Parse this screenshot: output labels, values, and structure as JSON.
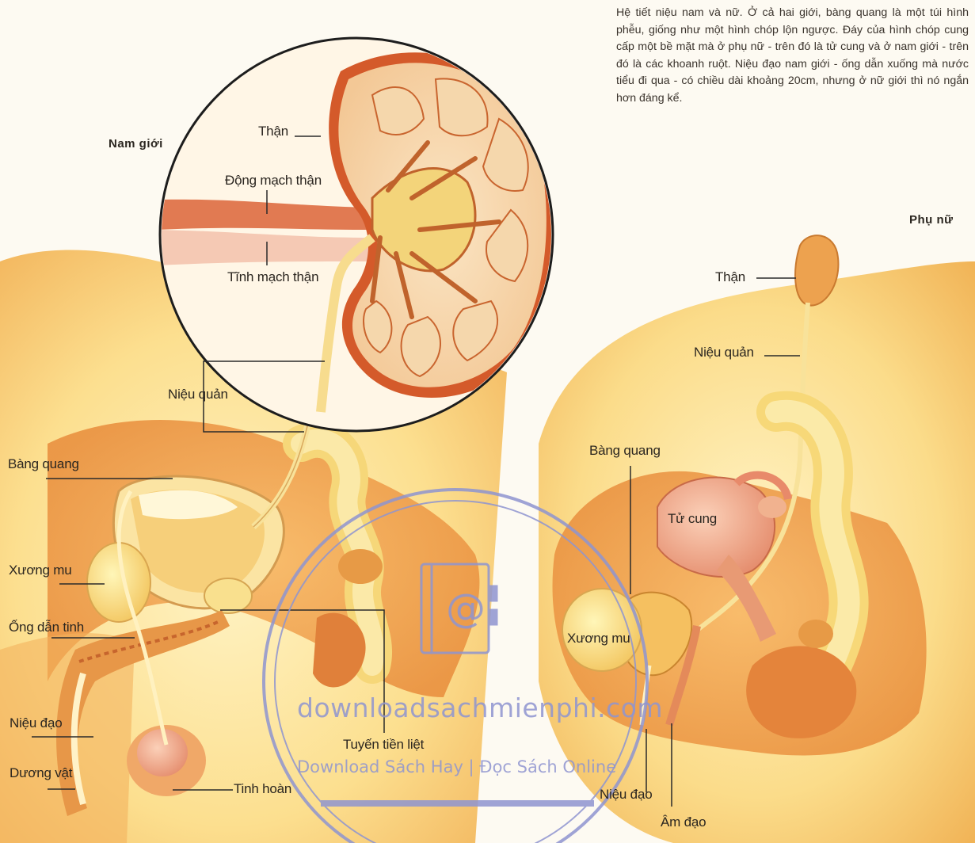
{
  "caption": "Hệ tiết niệu nam và nữ. Ở cả hai giới, bàng quang là một túi hình phễu, giống như một hình chóp lộn ngược. Đáy của hình chóp cung cấp một bề mặt mà ở phụ nữ - trên đó là tử cung và ở nam giới - trên đó là các khoanh ruột. Niệu đạo nam giới - ống dẫn xuống mà nước tiểu đi qua - có chiều dài khoảng 20cm, nhưng ở nữ giới thì nó ngắn hơn đáng kể.",
  "male": {
    "heading": "Nam giới",
    "labels": {
      "kidney": "Thận",
      "renal_artery": "Động mạch thận",
      "renal_vein": "Tĩnh mạch thận",
      "ureter": "Niệu quản",
      "bladder": "Bàng quang",
      "pubic_bone": "Xương mu",
      "vas_deferens": "Ống dẫn tinh",
      "urethra": "Niệu đạo",
      "penis": "Dương vật",
      "prostate": "Tuyến tiền liệt",
      "testis": "Tinh hoàn"
    }
  },
  "female": {
    "heading": "Phụ nữ",
    "labels": {
      "kidney": "Thận",
      "ureter": "Niệu quản",
      "bladder": "Bàng quang",
      "uterus": "Tử cung",
      "pubic_bone": "Xương mu",
      "urethra": "Niệu đạo",
      "vagina": "Âm đạo"
    }
  },
  "watermark": {
    "site": "downloadsachmienphi.com",
    "tagline": "Download Sách Hay | Đọc Sách Online"
  },
  "colors": {
    "skin_light": "#fde9a8",
    "skin_mid": "#f8c56e",
    "tissue_orange": "#e9853b",
    "kidney_red": "#c9522a",
    "watermark": "#8f95d0"
  }
}
